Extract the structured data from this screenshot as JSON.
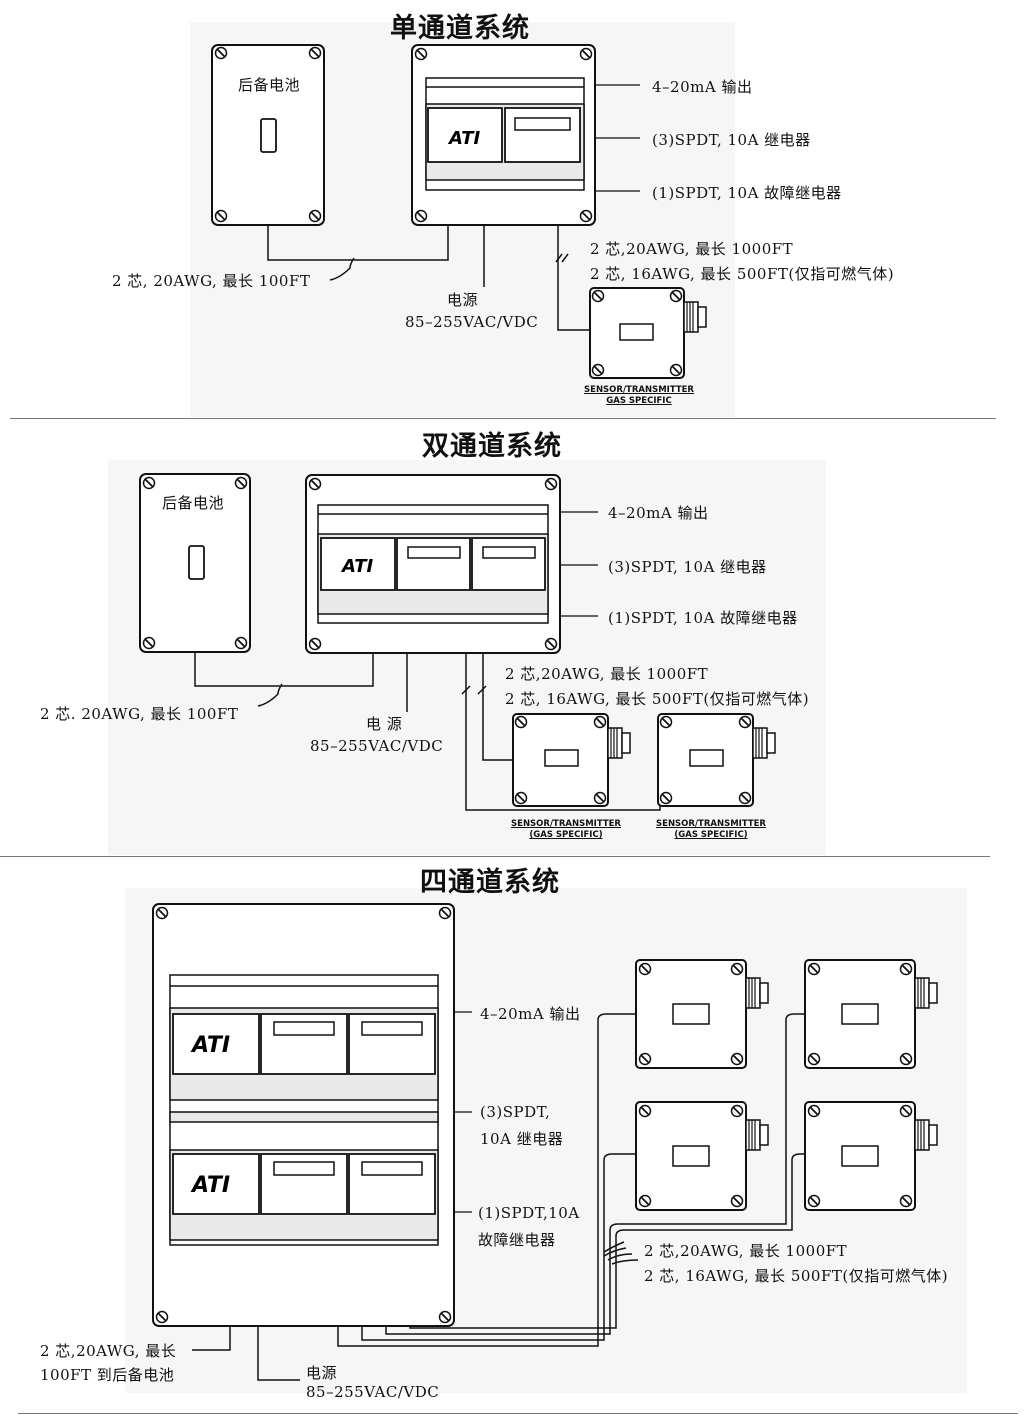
{
  "single": {
    "title": "单通道系统",
    "battery_label": "后备电池",
    "out_4_20": "4–20mA 输出",
    "relay3": "(3)SPDT, 10A 继电器",
    "relay1": "(1)SPDT, 10A 故障继电器",
    "cable_sensor_1": "2 芯,20AWG, 最长 1000FT",
    "cable_sensor_2": "2 芯, 16AWG, 最长 500FT(仅指可燃气体)",
    "cable_battery": "2 芯, 20AWG, 最长 100FT",
    "power_1": "电源",
    "power_2": "85–255VAC/VDC",
    "sensor_1": "SENSOR/TRANSMITTER",
    "sensor_2": "GAS SPECIFIC",
    "logo": "ATI"
  },
  "dual": {
    "title": "双通道系统",
    "battery_label": "后备电池",
    "out_4_20": "4–20mA 输出",
    "relay3": "(3)SPDT, 10A 继电器",
    "relay1": "(1)SPDT, 10A 故障继电器",
    "cable_sensor_1": "2 芯,20AWG, 最长 1000FT",
    "cable_sensor_2": "2 芯, 16AWG, 最长 500FT(仅指可燃气体)",
    "cable_battery": "2 芯. 20AWG, 最长 100FT",
    "power_1": "电 源",
    "power_2": "85–255VAC/VDC",
    "sensor_a_1": "SENSOR/TRANSMITTER",
    "sensor_a_2": "(GAS SPECIFIC)",
    "sensor_b_1": "SENSOR/TRANSMITTER",
    "sensor_b_2": "(GAS SPECIFIC)",
    "logo": "ATI"
  },
  "quad": {
    "title": "四通道系统",
    "out_4_20": "4–20mA 输出",
    "relay3_1": "(3)SPDT,",
    "relay3_2": "10A 继电器",
    "relay1_1": "(1)SPDT,10A",
    "relay1_2": "故障继电器",
    "cable_sensor_1": "2 芯,20AWG, 最长 1000FT",
    "cable_sensor_2": "2 芯, 16AWG, 最长 500FT(仅指可燃气体)",
    "cable_battery_1": "2 芯,20AWG, 最长",
    "cable_battery_2": "100FT 到后备电池",
    "power_1": "电源",
    "power_2": "85–255VAC/VDC",
    "logo": "ATI"
  }
}
